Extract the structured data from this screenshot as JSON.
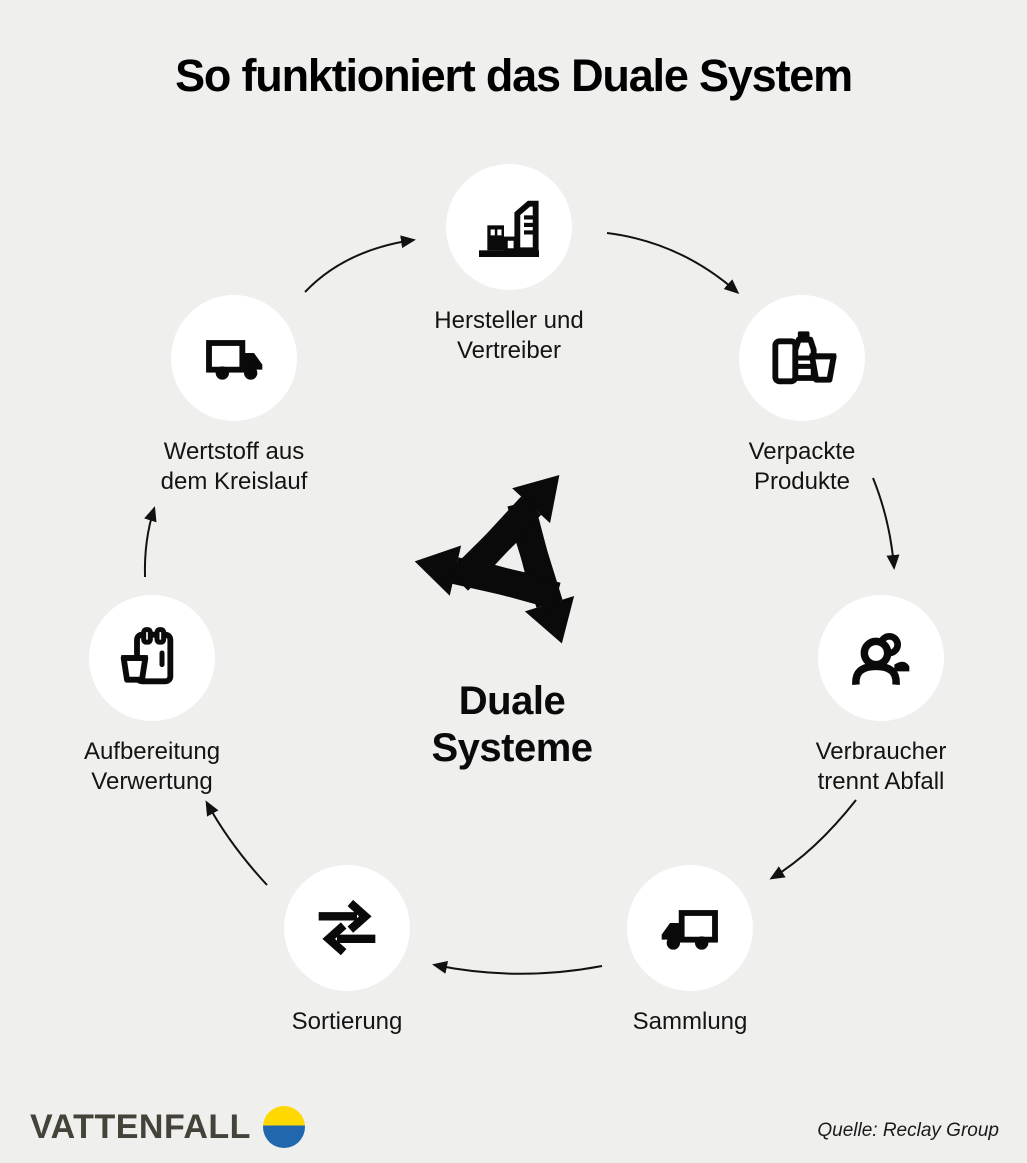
{
  "page": {
    "title": "So funktioniert das Duale System"
  },
  "center": {
    "title": "Duale\nSysteme",
    "icon": "recycling-arrows-icon"
  },
  "nodes": [
    {
      "id": "hersteller",
      "label": "Hersteller und\nVertreiber",
      "icon": "buildings-icon"
    },
    {
      "id": "verpackte",
      "label": "Verpackte\nProdukte",
      "icon": "packaged-goods-icon"
    },
    {
      "id": "verbraucher",
      "label": "Verbraucher\ntrennt Abfall",
      "icon": "people-icon"
    },
    {
      "id": "sammlung",
      "label": "Sammlung",
      "icon": "truck-left-icon"
    },
    {
      "id": "sortierung",
      "label": "Sortierung",
      "icon": "swap-arrows-icon"
    },
    {
      "id": "aufbereitung",
      "label": "Aufbereitung\nVerwertung",
      "icon": "bag-and-cup-icon"
    },
    {
      "id": "wertstoff",
      "label": "Wertstoff aus\ndem Kreislauf",
      "icon": "truck-right-icon"
    }
  ],
  "footer": {
    "brand": "VATTENFALL",
    "source": "Quelle: Reclay Group"
  },
  "colors": {
    "background": "#efefed",
    "node_circle": "#ffffff",
    "ink": "#0a0a0a",
    "brand_text": "#45423a",
    "logo_yellow": "#ffd800",
    "logo_blue": "#2167ae"
  }
}
